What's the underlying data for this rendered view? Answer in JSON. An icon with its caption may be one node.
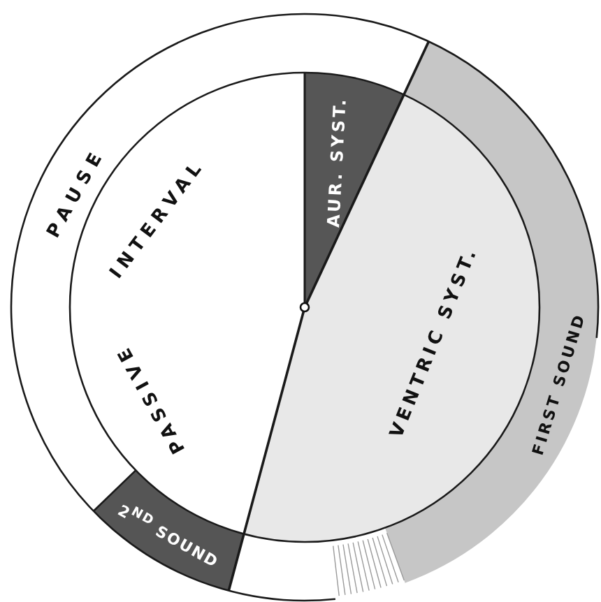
{
  "diagram": {
    "nodes": [
      {
        "text": [
          "PAUSE"
        ]
      },
      {
        "text": [
          "PASSIVE",
          "INTERVAL"
        ]
      },
      {
        "text": [
          "AUR. SYST."
        ]
      },
      {
        "text": [
          "VENTRIC SYST."
        ]
      },
      {
        "text": [
          "FIRST SOUND"
        ]
      },
      {
        "text": [
          "2$^{ND}$ SOUND"
        ]
      }
    ]
  }
}
